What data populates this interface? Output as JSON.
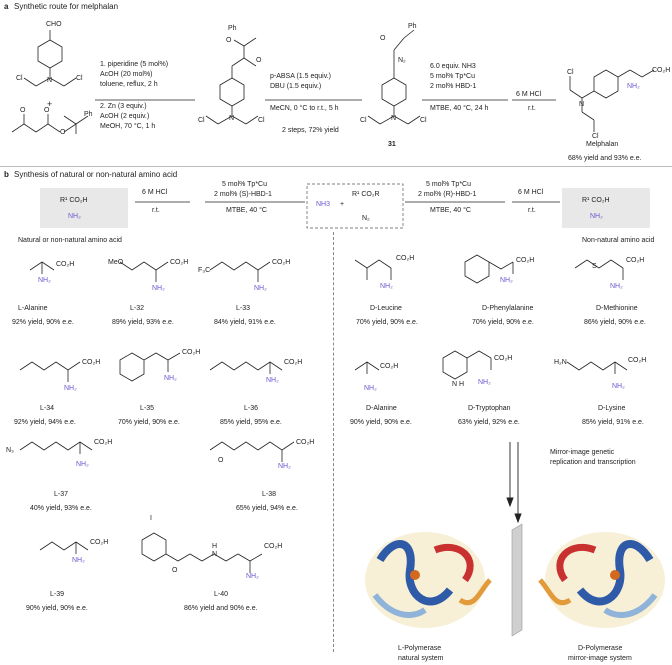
{
  "section_a": {
    "letter": "a",
    "title": "Synthetic route for melphalan",
    "plus": "+",
    "step1": [
      "1. piperidine (5 mol%)",
      "AcOH (20 mol%)",
      "toluene, reflux, 2 h",
      "2. Zn (3 equiv.)",
      "AcOH (2 equiv.)",
      "MeOH, 70 °C, 1 h"
    ],
    "step2": [
      "p-ABSA (1.5 equiv.)",
      "DBU (1.5 equiv.)",
      "MeCN, 0 °C to r.t., 5 h"
    ],
    "step2_yield": "2 steps, 72% yield",
    "compound31": "31",
    "step3": [
      "6.0 equiv. NH3",
      "5 mol% Tp*Cu",
      "2 mol% HBD-1",
      "MTBE, 40 °C, 24 h"
    ],
    "step4": [
      "6 M HCl",
      "r.t."
    ],
    "product": "Melphalan",
    "product_yield": "68% yield and 93% e.e."
  },
  "section_b": {
    "letter": "b",
    "title": "Synthesis of natural or non-natural amino acid",
    "left_cond": [
      "5 mol% Tp*Cu",
      "2 mol% (S)-HBD-1",
      "MTBE, 40 °C"
    ],
    "right_cond": [
      "5 mol% Tp*Cu",
      "2 mol% (R)-HBD-1",
      "MTBE, 40 °C"
    ],
    "hcl": [
      "6 M HCl",
      "r.t."
    ],
    "nh3": "NH3",
    "plus": "+",
    "left_label": "Natural or non-natural amino acid",
    "right_label": "Non-natural amino acid",
    "left_items": [
      {
        "name": "L-Alanine",
        "yield": "92% yield, 90% e.e."
      },
      {
        "name": "L-32",
        "yield": "89% yield, 93% e.e."
      },
      {
        "name": "L-33",
        "yield": "84% yield, 91% e.e."
      },
      {
        "name": "L-34",
        "yield": "92% yield, 94% e.e."
      },
      {
        "name": "L-35",
        "yield": "70% yield, 90% e.e."
      },
      {
        "name": "L-36",
        "yield": "85% yield, 95% e.e."
      },
      {
        "name": "L-37",
        "yield": "40% yield, 93% e.e."
      },
      {
        "name": "L-38",
        "yield": "65% yield, 94% e.e."
      },
      {
        "name": "L-39",
        "yield": "90% yield, 90% e.e."
      },
      {
        "name": "L-40",
        "yield": "86% yield and 90% e.e."
      }
    ],
    "right_items": [
      {
        "name": "D-Leucine",
        "yield": "70% yield, 90% e.e."
      },
      {
        "name": "D-Phenylalanine",
        "yield": "70% yield, 90% e.e."
      },
      {
        "name": "D-Methionine",
        "yield": "86% yield, 90% e.e."
      },
      {
        "name": "D-Alanine",
        "yield": "90% yield, 90% e.e."
      },
      {
        "name": "D-Tryptophan",
        "yield": "63% yield, 92% e.e."
      },
      {
        "name": "D-Lysine",
        "yield": "85% yield, 91% e.e."
      }
    ],
    "mirror_text": [
      "Mirror-image genetic",
      "replication and transcription"
    ],
    "poly_left": [
      "L-Polymerase",
      "natural system"
    ],
    "poly_right": [
      "D-Polymerase",
      "mirror-image system"
    ]
  }
}
